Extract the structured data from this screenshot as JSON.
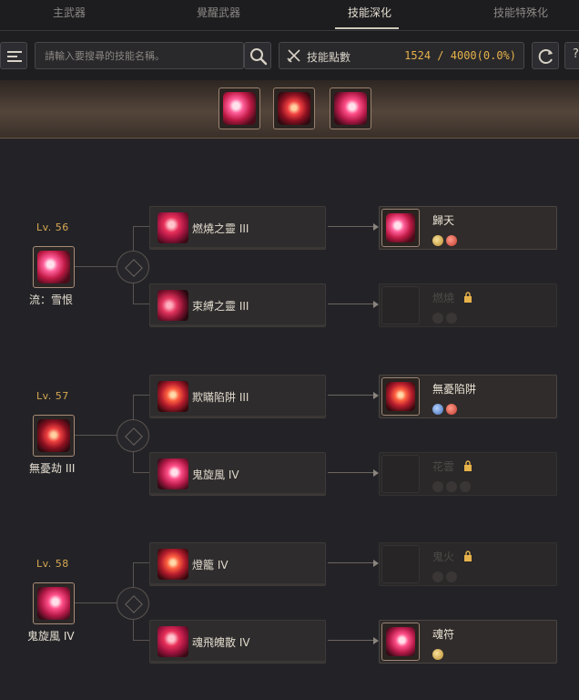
{
  "tabs": [
    {
      "label": "主武器"
    },
    {
      "label": "覺醒武器"
    },
    {
      "label": "技能深化"
    },
    {
      "label": "技能特殊化"
    }
  ],
  "search": {
    "placeholder": "請輸入要搜尋的技能名稱。"
  },
  "points": {
    "label": "技能點數",
    "value": "1524 / 4000(0.0%)"
  },
  "help": {
    "label": "?"
  },
  "groups": [
    {
      "level": "Lv. 56",
      "root": "流：雪恨",
      "branches": [
        {
          "skill": "燃燒之靈 III",
          "target": "歸天",
          "target_locked": false
        },
        {
          "skill": "束縛之靈 III",
          "target": "燃燒",
          "target_locked": true
        }
      ]
    },
    {
      "level": "Lv. 57",
      "root": "無憂劫 III",
      "branches": [
        {
          "skill": "欺瞞陷阱 III",
          "target": "無憂陷阱",
          "target_locked": false
        },
        {
          "skill": "鬼旋風 IV",
          "target": "花雲",
          "target_locked": true
        }
      ]
    },
    {
      "level": "Lv. 58",
      "root": "鬼旋風 IV",
      "branches": [
        {
          "skill": "燈籠 IV",
          "target": "鬼火",
          "target_locked": true
        },
        {
          "skill": "魂飛魄散 IV",
          "target": "魂符",
          "target_locked": false
        }
      ]
    }
  ],
  "colors": {
    "accent_gold": "#e6b24a",
    "level_gold": "#d8a852"
  }
}
